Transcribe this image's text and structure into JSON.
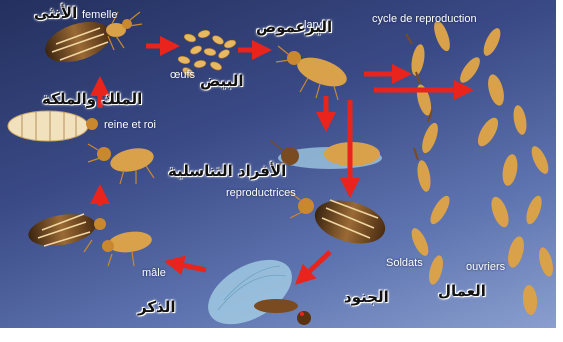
{
  "labels": {
    "female": {
      "fr": "femelle",
      "ar": "الأنثى"
    },
    "eggs": {
      "fr": "œufs",
      "ar": "البيض"
    },
    "larva": {
      "fr": "larve",
      "ar": "اليرعموص"
    },
    "cycle_title": {
      "fr": "cycle de reproduction"
    },
    "king_queen": {
      "fr": "reine et roi",
      "ar": "الملك والملكة"
    },
    "reproductives": {
      "fr": "reproductrices",
      "ar": "الأفراد التناسلية"
    },
    "soldiers": {
      "fr": "Soldats",
      "ar": "الجنود"
    },
    "workers": {
      "fr": "ouvriers",
      "ar": "العمال"
    },
    "male": {
      "fr": "mâle",
      "ar": "الذكر"
    }
  },
  "colors": {
    "arrow": "#e8241c",
    "background_top": "#24305e",
    "background_bottom": "#8fa4d2",
    "insect_body": "#d9a14a",
    "queen_abdomen": "#f2e1bd",
    "wing": "#a9d6ea"
  }
}
